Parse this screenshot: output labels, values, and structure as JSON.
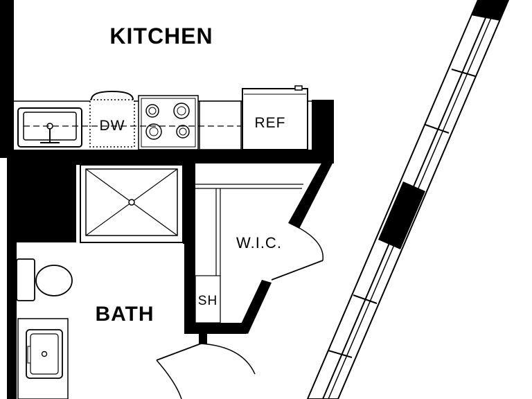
{
  "rooms": {
    "kitchen": "KITCHEN",
    "bath": "BATH",
    "walk_in_closet": "W.I.C."
  },
  "fixtures": {
    "dishwasher": "DW",
    "refrigerator": "REF",
    "shelf": "SH"
  },
  "colors": {
    "wall": "#000000",
    "background": "#ffffff",
    "line": "#000000"
  }
}
